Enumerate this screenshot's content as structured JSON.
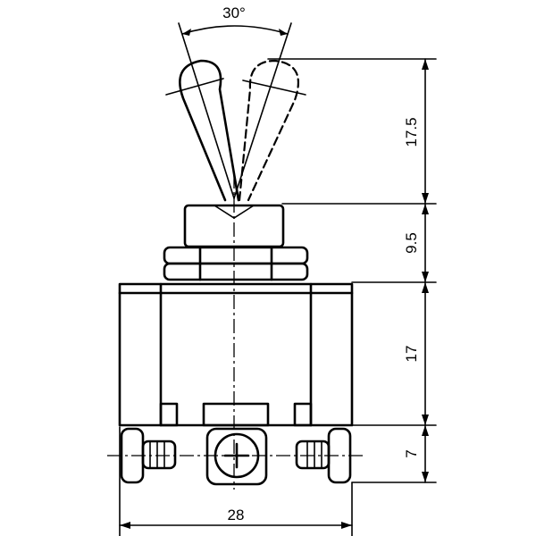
{
  "dimensions": {
    "angle": "30°",
    "lever_height": "17.5",
    "bushing_height": "9.5",
    "body_height": "17",
    "terminal_height": "7",
    "body_width": "28"
  }
}
